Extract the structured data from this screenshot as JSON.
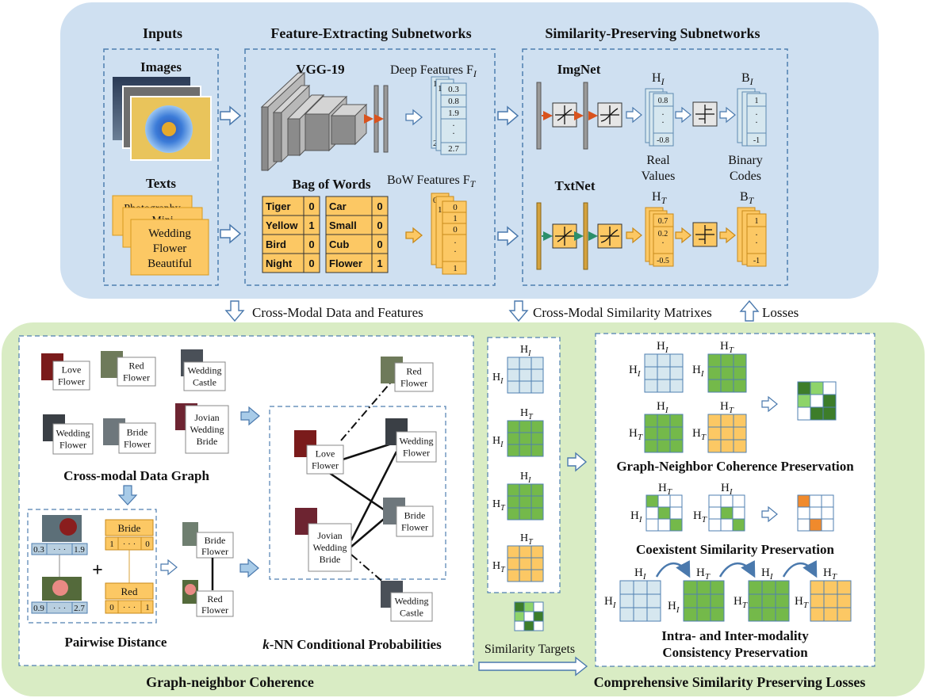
{
  "colors": {
    "blue_panel": "#cfe0f1",
    "green_panel": "#d9ecc4",
    "dash": "#4f7fb0",
    "yellow": "#fcc864",
    "light_blue": "#d6e7ef",
    "green": "#74b94a",
    "orange": "#f08a2c",
    "gray": "#9aa5ae"
  },
  "top": {
    "inputs": {
      "title": "Inputs",
      "images_label": "Images",
      "texts_label": "Texts",
      "text_cards": [
        "Photography",
        "Mini",
        "Wedding",
        "Flower",
        "Beautiful"
      ]
    },
    "feature": {
      "title": "Feature-Extracting Subnetworks",
      "vgg_label": "VGG-19",
      "deep_label": "Deep Features F",
      "deep_sub": "I",
      "deep_values": [
        "1",
        "0.3",
        "0.8",
        "1.9",
        "·",
        "·",
        "2.7"
      ],
      "deep_back": [
        "1",
        "2"
      ],
      "bow_title": "Bag of Words",
      "bow_label": "BoW Features F",
      "bow_sub": "T",
      "bow_table": [
        [
          "Tiger",
          "0",
          "Car",
          "0"
        ],
        [
          "Yellow",
          "1",
          "Small",
          "0"
        ],
        [
          "Bird",
          "0",
          "Cub",
          "0"
        ],
        [
          "Night",
          "0",
          "Flower",
          "1"
        ]
      ],
      "bow_values": [
        "0",
        "1",
        "0",
        "·",
        "·",
        "1"
      ],
      "bow_back": [
        "0",
        "1"
      ]
    },
    "similarity": {
      "title": "Similarity-Preserving Subnetworks",
      "imgnet": "ImgNet",
      "txtnet": "TxtNet",
      "hi": "H",
      "hi_sub": "I",
      "bi": "B",
      "bi_sub": "I",
      "ht": "H",
      "ht_sub": "T",
      "bt": "B",
      "bt_sub": "T",
      "real_values": [
        "Real",
        "Values"
      ],
      "binary_codes": [
        "Binary",
        "Codes"
      ],
      "hi_values": [
        "0.8",
        "·",
        "·",
        "-0.8"
      ],
      "ht_values": [
        "0.7",
        "0.2",
        "·",
        "-0.5"
      ],
      "bi_values": [
        "1",
        "·",
        "·",
        "-1"
      ],
      "bt_values": [
        "1",
        "·",
        "·",
        "-1"
      ]
    }
  },
  "middle": {
    "left": "Cross-Modal Data and Features",
    "center": "Cross-Modal Similarity Matrixes",
    "right": "Losses"
  },
  "bottom": {
    "graph": {
      "graph_title": "Cross-modal Data Graph",
      "nodes": [
        [
          "Love",
          "Flower"
        ],
        [
          "Red",
          "Flower"
        ],
        [
          "Wedding",
          "Castle"
        ],
        [
          "Wedding",
          "Flower"
        ],
        [
          "Bride",
          "Flower"
        ],
        [
          "Jovian",
          "Wedding",
          "Bride"
        ]
      ],
      "pairwise_title": "Pairwise Distance",
      "pair_img_vals": [
        [
          "0.3",
          "· · ·",
          "1.9"
        ],
        [
          "0.9",
          "· · ·",
          "2.7"
        ]
      ],
      "pair_txt": [
        {
          "label": "Bride",
          "vals": [
            "1",
            "· · ·",
            "0"
          ]
        },
        {
          "label": "Red",
          "vals": [
            "0",
            "· · ·",
            "1"
          ]
        }
      ],
      "pair_result": [
        [
          "Bride",
          "Flower"
        ],
        [
          "Red",
          "Flower"
        ]
      ],
      "knn_prefix": "k",
      "knn_title": "-NN Conditional Probabilities",
      "knn_nodes": [
        [
          "Red",
          "Flower"
        ],
        [
          "Love",
          "Flower"
        ],
        [
          "Wedding",
          "Flower"
        ],
        [
          "Bride",
          "Flower"
        ],
        [
          "Jovian",
          "Wedding",
          "Bride"
        ],
        [
          "Wedding",
          "Castle"
        ]
      ],
      "section_title": "Graph-neighbor Coherence"
    },
    "targets": {
      "labels": [
        [
          "H",
          "I",
          "H",
          "I"
        ],
        [
          "H",
          "T",
          "H",
          "I"
        ],
        [
          "H",
          "I",
          "H",
          "T"
        ],
        [
          "H",
          "T",
          "H",
          "T"
        ]
      ],
      "title": "Similarity Targets"
    },
    "losses": {
      "gnc_title": "Graph-Neighbor Coherence Preservation",
      "coexist_title": "Coexistent Similarity Preservation",
      "consistency_title": [
        "Intra- and Inter-modality",
        "Consistency Preservation"
      ],
      "section_title": "Comprehensive Similarity Preserving Losses",
      "H": "H",
      "I": "I",
      "T": "T"
    }
  }
}
